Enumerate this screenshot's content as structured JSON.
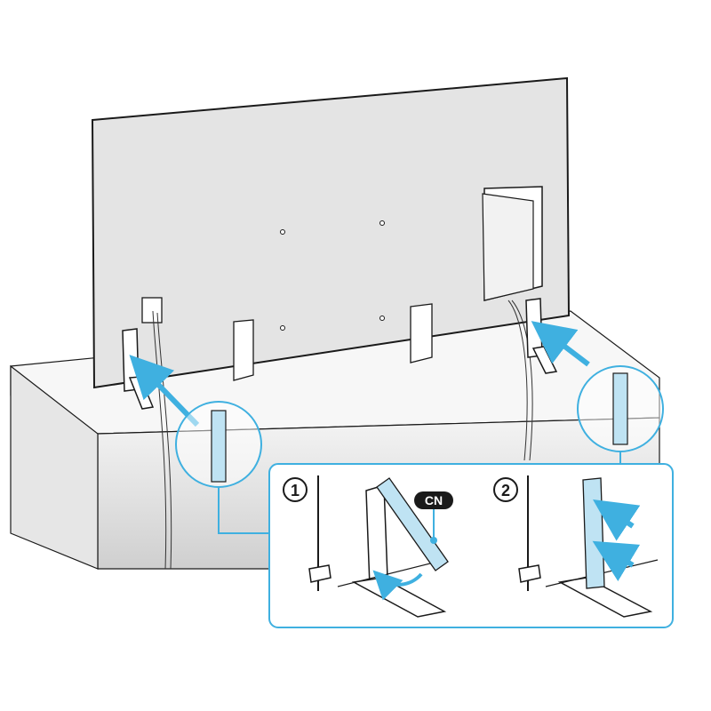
{
  "diagram": {
    "step_labels": [
      "1",
      "2"
    ],
    "cover_label": "CN"
  },
  "colors": {
    "accent": "#3fb0e0",
    "cover_fill": "#bfe3f3",
    "tv_back": "#e4e4e4",
    "stand_table": "#ececec",
    "outline": "#1a1a1a"
  }
}
